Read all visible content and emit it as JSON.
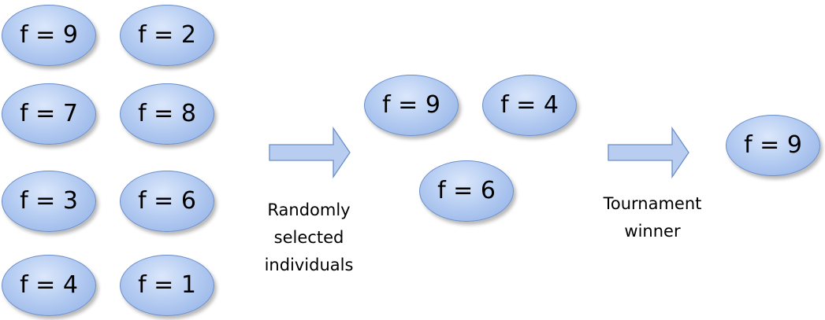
{
  "population": [
    "f = 9",
    "f = 2",
    "f = 7",
    "f = 8",
    "f = 3",
    "f = 6",
    "f = 4",
    "f = 1"
  ],
  "selected": [
    "f = 9",
    "f = 4",
    "f = 6"
  ],
  "winner": "f = 9",
  "labels": {
    "selection": [
      "Randomly",
      "selected",
      "individuals"
    ],
    "winner": [
      "Tournament",
      "winner"
    ]
  },
  "colors": {
    "ellipse_fill": "#b6cdf2",
    "ellipse_border": "#6b8fc9",
    "arrow_fill": "#b9cdf0",
    "arrow_border": "#6b8fc9"
  }
}
